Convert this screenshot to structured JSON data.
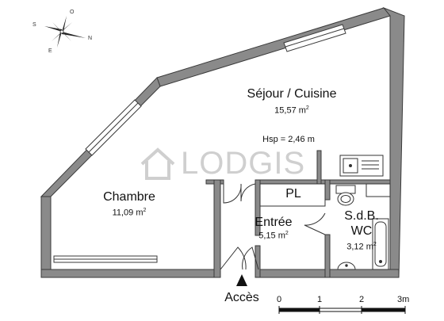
{
  "plan": {
    "rooms": [
      {
        "name": "Séjour / Cuisine",
        "area_value": "15,57 m",
        "area_sup": "2",
        "extra": "Hsp = 2,46 m"
      },
      {
        "name": "Chambre",
        "area_value": "11,09 m",
        "area_sup": "2"
      },
      {
        "name": "Entrée",
        "area_value": "5,15 m",
        "area_sup": "2"
      },
      {
        "name_line1": "S.d.B.",
        "name_line2": "WC",
        "area_value": "3,12 m",
        "area_sup": "2"
      },
      {
        "name": "PL"
      }
    ],
    "entrance_label": "Accès",
    "watermark": "LODGIS",
    "compass": {
      "n": "N",
      "s": "S",
      "e": "E",
      "o": "O"
    },
    "scale": {
      "ticks": [
        "0",
        "1",
        "2",
        "3m"
      ]
    },
    "colors": {
      "wall": "#8a8a8a",
      "wall_edge": "#3a3a3a",
      "watermark": "#cfcfcf"
    }
  }
}
